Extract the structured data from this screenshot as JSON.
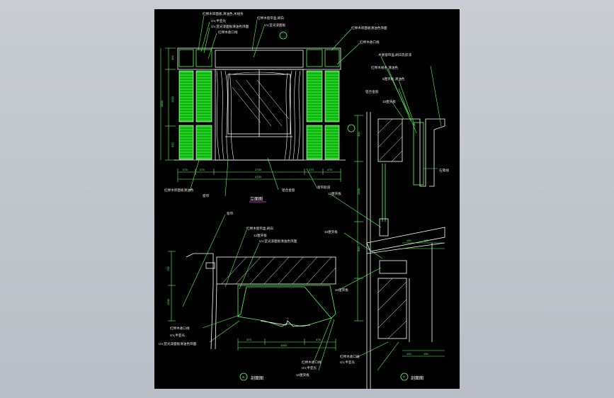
{
  "drawing": {
    "elevation_title": "立面图",
    "section_title_left": "剖面图",
    "section_title_right": "剖面图",
    "section_mark_left": "A",
    "section_mark_right": "7"
  },
  "dimensions": {
    "overall_height": "2800",
    "top_band": "400",
    "upper_panel": "1200",
    "lower_panel": "600",
    "side_col": "475",
    "middle_span": "2700",
    "total_width": "4700",
    "plan_depth": "700",
    "plan_width": "1000",
    "right_dim_a": "400",
    "right_dim_b": "1200",
    "right_dim_c": "600",
    "right_dim_d": "100",
    "right_dim_e": "150"
  },
  "notes": {
    "n1": "红榉木饰面板,清油色,木线条",
    "n2": "UV,半亚光",
    "n3": "UV,亚光漆面板清油色饰面",
    "n4": "红榉木收口线",
    "n5": "红榉木窗帘盒,刷白",
    "n6": "UV,亚光漆面板",
    "n7": "红榉木饰面板清油色饰面",
    "n8": "木质窗帘盒,刷白乳胶漆",
    "n9": "10厘夹板",
    "n10": "窗帘轨道",
    "n11": "铝合金窗",
    "n12": "窗帘",
    "n13": "12厘夹板",
    "n14": "石膏线",
    "n15": "铝合金窗",
    "n16": "5厘夹板,清油色",
    "n17": "红榉木线条,清油色",
    "n18": "红榉木收口线",
    "n19": "红榉木饰面板清油色",
    "n20": "10厘夹板"
  }
}
